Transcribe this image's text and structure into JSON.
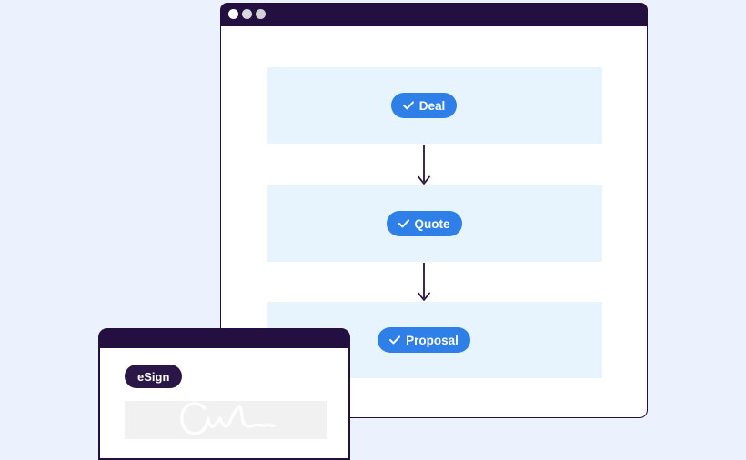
{
  "colors": {
    "page_background": "#ebf2fd",
    "titlebar": "#231040",
    "window_border": "#231040",
    "section_background": "#e8f4fd",
    "step_button_blue": "#2e7fe8",
    "step_button_text": "#ffffff",
    "arrow": "#231040",
    "esign_badge_background": "#2b1747",
    "esign_badge_text": "#ffffff",
    "signature_pad_background": "#f1f1f1",
    "signature_stroke": "#ffffff",
    "window_dots": [
      "#ffffff",
      "#d8d8df",
      "#d1d1d9"
    ]
  },
  "flow_window": {
    "steps": [
      {
        "label": "Deal"
      },
      {
        "label": "Quote"
      },
      {
        "label": "Proposal"
      }
    ]
  },
  "esign_window": {
    "badge_label": "eSign"
  }
}
